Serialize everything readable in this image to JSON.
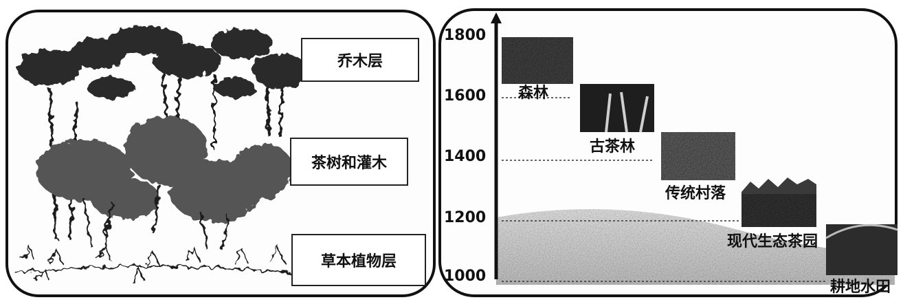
{
  "vegetation_layers": [
    {
      "label": "乔木层"
    },
    {
      "label": "茶树和灌木"
    },
    {
      "label": "草本植物层"
    }
  ],
  "altitude_axis": {
    "ticks": [
      "1800",
      "1600",
      "1400",
      "1200",
      "1000"
    ]
  },
  "land_zones": [
    {
      "label": "森林",
      "altitude": 1600
    },
    {
      "label": "古茶林",
      "altitude": 1400
    },
    {
      "label": "传统村落",
      "altitude": 1200
    },
    {
      "label": "现代生态茶园",
      "altitude": 1100
    },
    {
      "label": "耕地水田",
      "altitude": 1000
    }
  ]
}
